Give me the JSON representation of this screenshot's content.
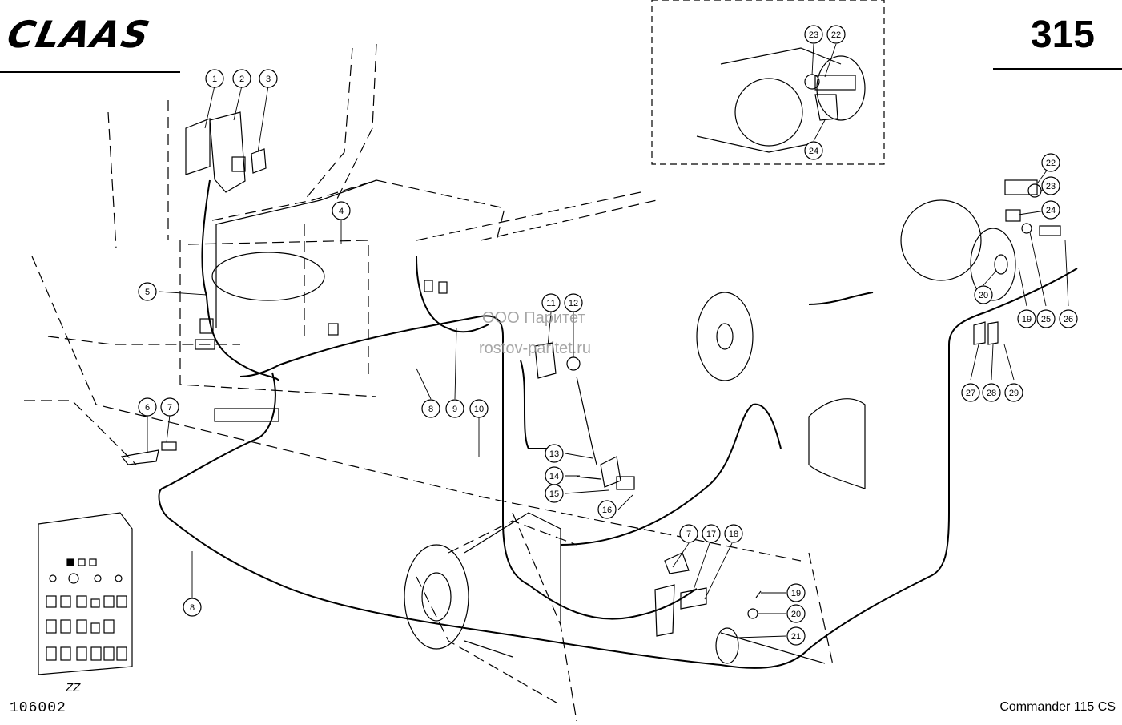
{
  "header": {
    "brand_logo": "CLAAS",
    "page_number": "315"
  },
  "watermark": {
    "line1": "ООО Паритет",
    "line2": "rostov-paritet.ru"
  },
  "footer": {
    "drawing_number": "106002",
    "panel_code": "ZZ",
    "model": "Commander 115 CS"
  },
  "callouts": [
    "1",
    "2",
    "3",
    "4",
    "5",
    "6",
    "7",
    "8",
    "8",
    "9",
    "10",
    "11",
    "12",
    "13",
    "14",
    "15",
    "16",
    "7",
    "17",
    "18",
    "19",
    "20",
    "21",
    "22",
    "23",
    "24",
    "22",
    "23",
    "24",
    "20",
    "19",
    "25",
    "26",
    "27",
    "28",
    "29"
  ]
}
